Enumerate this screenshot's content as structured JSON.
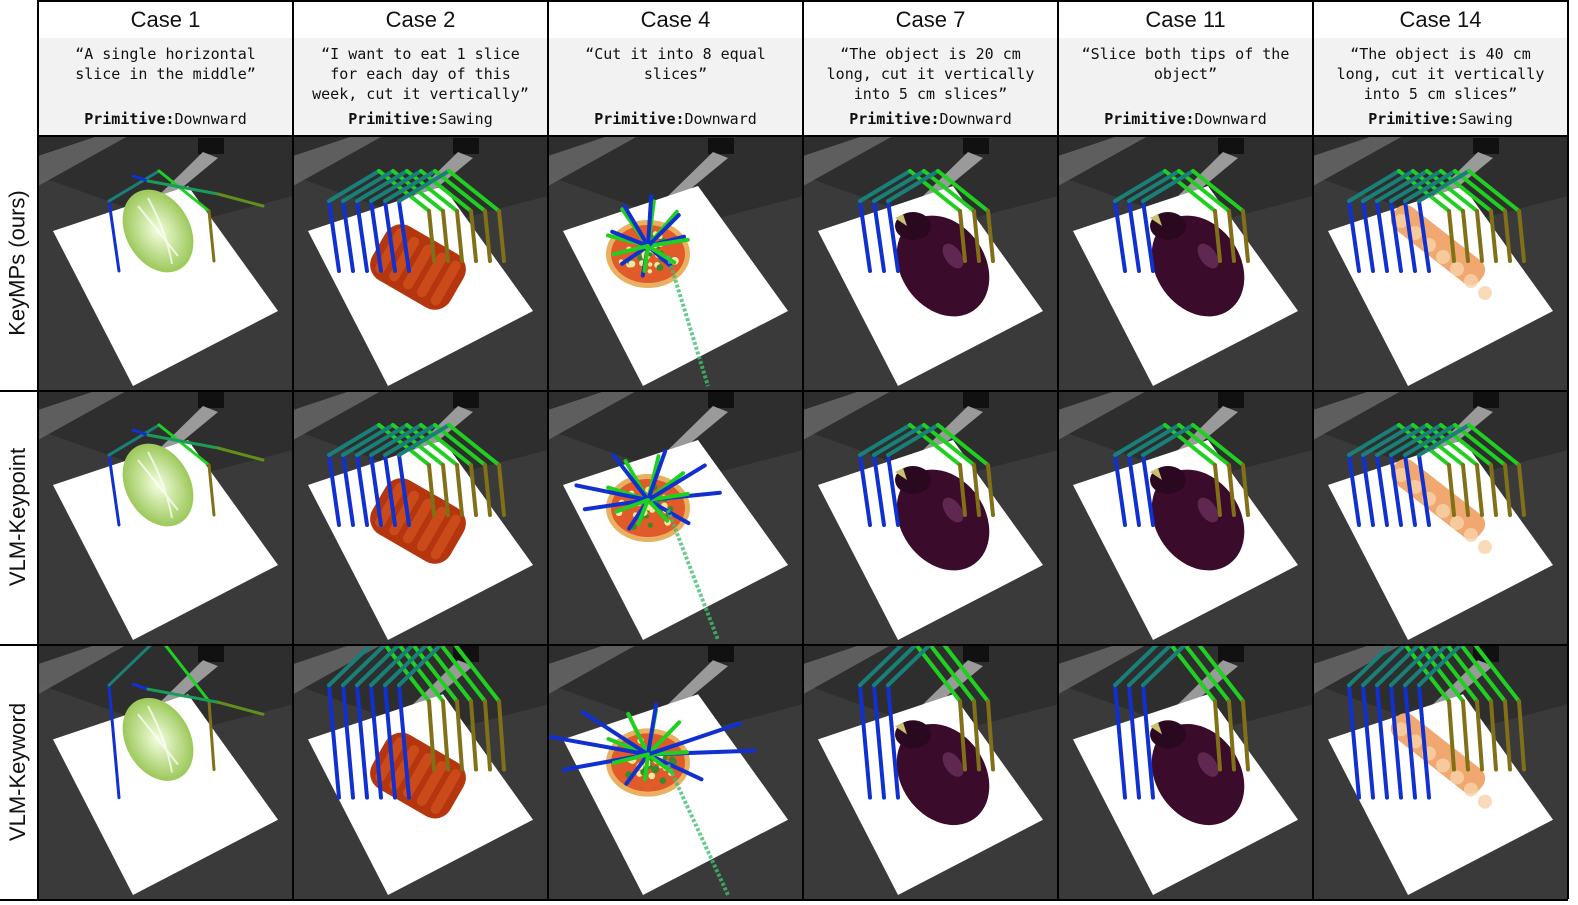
{
  "cases": [
    {
      "title": "Case 1",
      "prompt": "“A single horizontal\nslice in the middle”",
      "primitive_label": "Primitive",
      "primitive": "Downward",
      "object": "cabbage"
    },
    {
      "title": "Case 2",
      "prompt": "“I want to eat 1 slice\nfor each day of this\nweek, cut it vertically”",
      "primitive_label": "Primitive",
      "primitive": "Sawing",
      "object": "sausage"
    },
    {
      "title": "Case 4",
      "prompt": "“Cut it into 8 equal\nslices”",
      "primitive_label": "Primitive",
      "primitive": "Downward",
      "object": "pizza"
    },
    {
      "title": "Case 7",
      "prompt": "“The object is 20 cm\nlong, cut it vertically\ninto 5 cm slices”",
      "primitive_label": "Primitive",
      "primitive": "Downward",
      "object": "eggplant"
    },
    {
      "title": "Case 11",
      "prompt": "“Slice both tips of the\nobject”",
      "primitive_label": "Primitive",
      "primitive": "Downward",
      "object": "eggplant"
    },
    {
      "title": "Case 14",
      "prompt": "“The object is 40 cm\nlong, cut it vertically\ninto 5 cm slices”",
      "primitive_label": "Primitive",
      "primitive": "Sawing",
      "object": "sausage-long"
    }
  ],
  "rows": [
    {
      "label": "KeyMPs (ours)"
    },
    {
      "label": "VLM-Keypoint"
    },
    {
      "label": "VLM-Keyword"
    }
  ],
  "colors": {
    "scene_bg": "#3a3a3a",
    "table": "#ffffff",
    "grid_line": "#000000",
    "header_bg": "#f2f2f2",
    "traj_start": "#1030d0",
    "traj_mid": "#20d020",
    "traj_end": "#e01010"
  }
}
